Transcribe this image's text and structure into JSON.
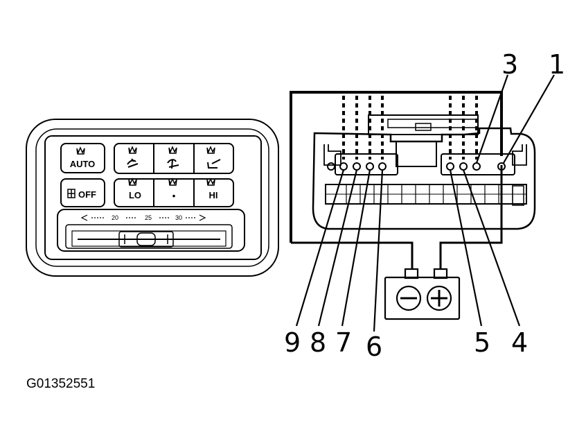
{
  "figure_code": "G01352551",
  "control_panel": {
    "buttons": {
      "auto": "AUTO",
      "off": "OFF",
      "lo": "LO",
      "mid": "•",
      "hi": "HI"
    },
    "icons": [
      "indicator-icon",
      "face-vent-icon",
      "bilevel-icon",
      "foot-vent-icon",
      "fan-icon"
    ],
    "temperature_scale": [
      "20",
      "25",
      "30"
    ]
  },
  "terminal_labels": {
    "t1": "1",
    "t3": "3",
    "t4": "4",
    "t5": "5",
    "t6": "6",
    "t7": "7",
    "t8": "8",
    "t9": "9"
  },
  "battery": {
    "negative_symbol": "minus-icon",
    "positive_symbol": "plus-icon"
  }
}
